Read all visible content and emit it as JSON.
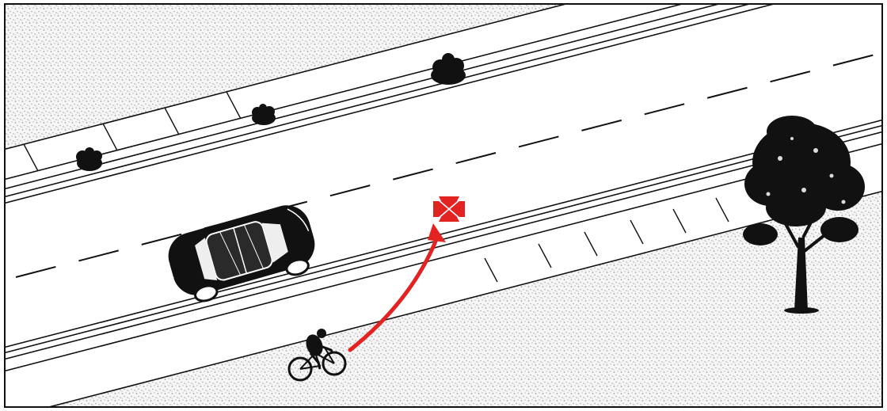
{
  "scene": {
    "elements": [
      "car",
      "cyclist",
      "tree",
      "shrubs",
      "crossing-arrow",
      "crash-marker"
    ],
    "colors": {
      "ink": "#111111",
      "paper": "#ffffff",
      "speckle": "#cfcfcf",
      "accent": "#e32222"
    }
  }
}
